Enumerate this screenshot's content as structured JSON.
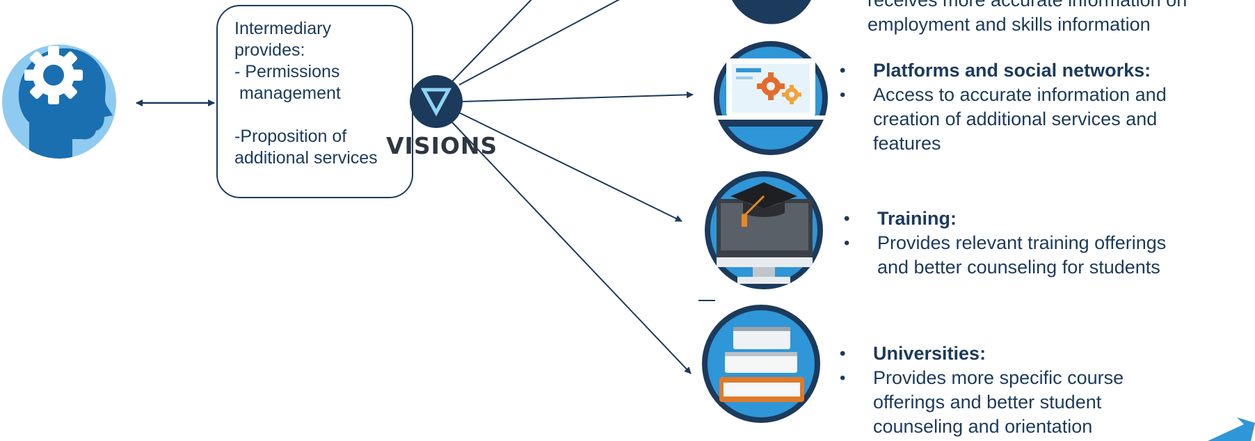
{
  "intermediary": {
    "lines": [
      "Intermediary",
      "provides:",
      "- Permissions",
      " management",
      "",
      "-Proposition of",
      "additional services"
    ]
  },
  "visions": {
    "word": "VISIONS",
    "color": "#1c3a5c"
  },
  "top_partial": {
    "lines": [
      "receives more accurate information on",
      "employment and skills information"
    ]
  },
  "stakeholders": [
    {
      "icon": "laptop-gears-icon",
      "heading": "Platforms and social networks:",
      "description_lines": [
        "Access to accurate information and",
        "creation of additional services and",
        "features"
      ]
    },
    {
      "icon": "graduation-cap-monitor-icon",
      "heading": "Training:",
      "description_lines": [
        "Provides relevant  training offerings",
        "and better counseling for students"
      ]
    },
    {
      "icon": "stacked-books-icon",
      "heading": "Universities:",
      "description_lines": [
        "Provides more specific course",
        "offerings and better student",
        "counseling and orientation"
      ]
    }
  ],
  "colors": {
    "navy": "#1c3a5c",
    "circle_blue": "#2f96d8",
    "light_blue": "#8fcaf0",
    "head_blue": "#1a6fb0"
  }
}
